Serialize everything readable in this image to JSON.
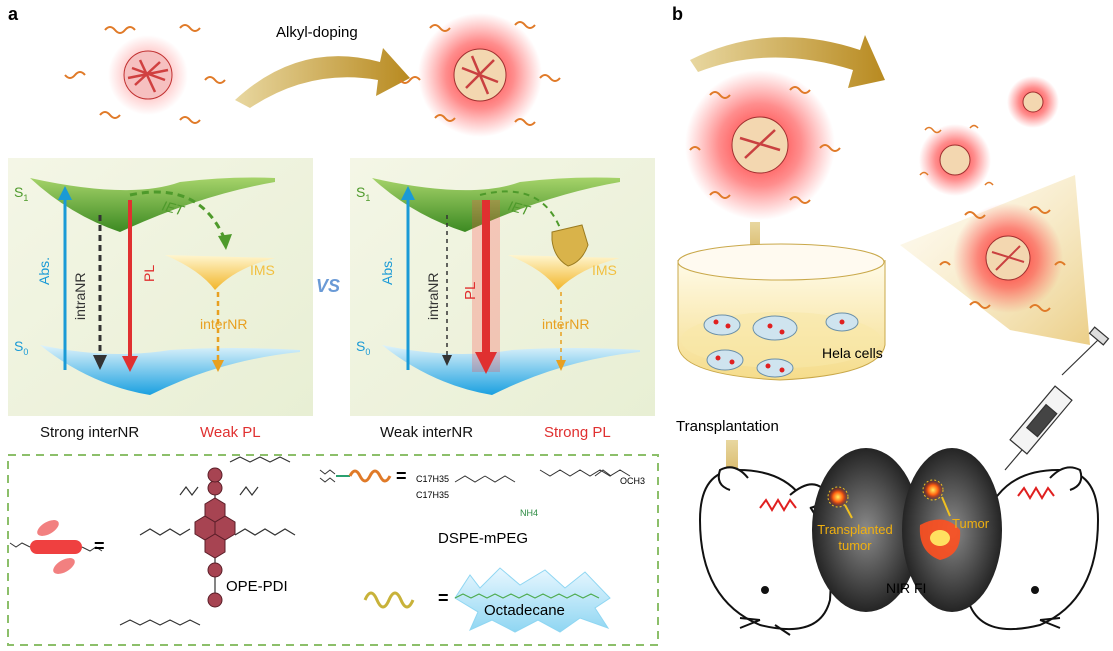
{
  "panel_a": {
    "letter": "a",
    "arrow_label": "Alkyl-doping",
    "left_box": {
      "s1": "S",
      "s1_sub": "1",
      "s0": "S",
      "s0_sub": "0",
      "abs": "Abs.",
      "intranr": "intraNR",
      "pl": "PL",
      "iet": "IET",
      "ims": "IMS",
      "internr": "interNR",
      "caption_left": "Strong interNR",
      "caption_right": "Weak PL"
    },
    "vs": "VS",
    "right_box": {
      "s1": "S",
      "s1_sub": "1",
      "s0": "S",
      "s0_sub": "0",
      "abs": "Abs.",
      "intranr": "intraNR",
      "pl": "PL",
      "iet": "IET",
      "ims": "IMS",
      "internr": "interNR",
      "caption_left": "Weak interNR",
      "caption_right": "Strong PL"
    },
    "legend": {
      "equals": "=",
      "ope_pdi": "OPE-PDI",
      "dspe_label": "DSPE-mPEG",
      "c17h35_a": "C17H35",
      "c17h35_b": "C17H35",
      "nh4": "NH4",
      "och3": "OCH3",
      "octadecane": "Octadecane"
    }
  },
  "panel_b": {
    "letter": "b",
    "hela": "Hela cells",
    "transplantation": "Transplantation",
    "transplanted_tumor": "Transplanted tumor",
    "tumor": "Tumor",
    "nir_fi": "NIR FI"
  },
  "colors": {
    "green": "#4e9a2b",
    "blue": "#1a9ad6",
    "red": "#e03030",
    "orange": "#e8a020",
    "gold": "#c9a040",
    "dashed_green": "#8cbf6a"
  }
}
